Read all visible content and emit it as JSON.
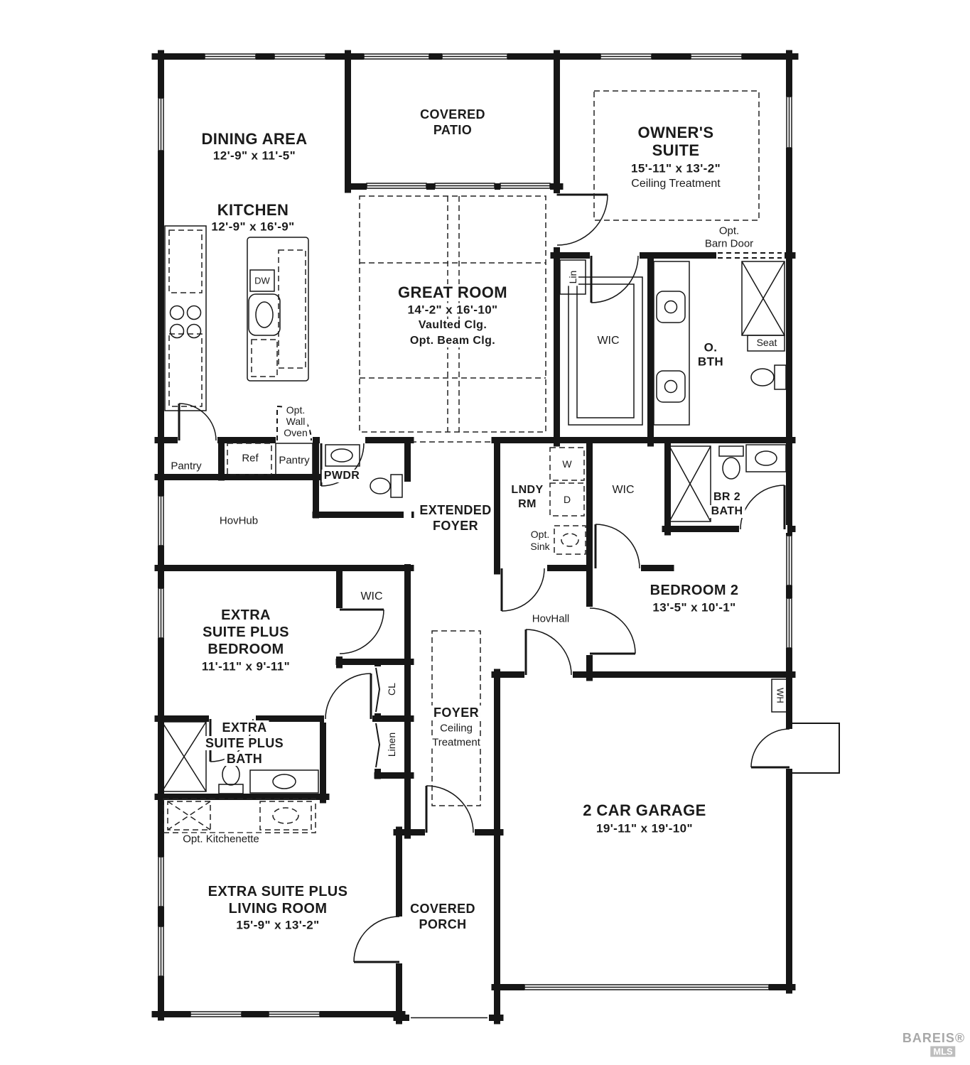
{
  "rooms": {
    "dining": {
      "name": "DINING AREA",
      "dims": "12'-9\" x 11'-5\""
    },
    "covered_patio": {
      "l1": "COVERED",
      "l2": "PATIO"
    },
    "owners_suite": {
      "l1": "OWNER'S",
      "l2": "SUITE",
      "dims": "15'-11\" x 13'-2\"",
      "note": "Ceiling Treatment"
    },
    "kitchen": {
      "name": "KITCHEN",
      "dims": "12'-9\" x 16'-9\""
    },
    "great_room": {
      "name": "GREAT ROOM",
      "dims": "14'-2\" x 16'-10\"",
      "note1": "Vaulted Clg.",
      "note2": "Opt. Beam Clg."
    },
    "owners_bath": {
      "l1": "O.",
      "l2": "BTH"
    },
    "laundry": {
      "l1": "LNDY",
      "l2": "RM"
    },
    "br2_bath": {
      "l1": "BR 2",
      "l2": "BATH"
    },
    "bedroom2": {
      "name": "BEDROOM 2",
      "dims": "13'-5\" x 10'-1\""
    },
    "extended_foyer": {
      "l1": "EXTENDED",
      "l2": "FOYER"
    },
    "extra_bedroom": {
      "l1": "EXTRA",
      "l2": "SUITE PLUS",
      "l3": "BEDROOM",
      "dims": "11'-11\" x 9'-11\""
    },
    "extra_bath": {
      "l1": "EXTRA",
      "l2": "SUITE PLUS",
      "l3": "BATH"
    },
    "foyer": {
      "name": "FOYER",
      "note1": "Ceiling",
      "note2": "Treatment"
    },
    "extra_living": {
      "l1": "EXTRA SUITE PLUS",
      "l2": "LIVING ROOM",
      "dims": "15'-9\" x 13'-2\""
    },
    "covered_porch": {
      "l1": "COVERED",
      "l2": "PORCH"
    },
    "garage": {
      "name": "2 CAR GARAGE",
      "dims": "19'-11\" x 19'-10\""
    }
  },
  "labels": {
    "pwdr": "PWDR",
    "pantry_left": "Pantry",
    "ref": "Ref",
    "pantry_right": "Pantry",
    "opt_wall_oven": {
      "l1": "Opt.",
      "l2": "Wall",
      "l3": "Oven"
    },
    "opt_barn_door": {
      "l1": "Opt.",
      "l2": "Barn Door"
    },
    "hovhub": "HovHub",
    "hovhall": "HovHall",
    "wic_owner": "WIC",
    "wic_bed2": "WIC",
    "wic_extra": "WIC",
    "lin": "Lin",
    "seat": "Seat",
    "dw": "DW",
    "washer": "W",
    "dryer": "D",
    "opt_sink": {
      "l1": "Opt.",
      "l2": "Sink"
    },
    "cl": "CL",
    "linen": "Linen",
    "wh": "WH",
    "opt_kitchenette": "Opt. Kitchenette"
  },
  "watermark": {
    "l1": "BAREIS®",
    "l2": "MLS"
  }
}
